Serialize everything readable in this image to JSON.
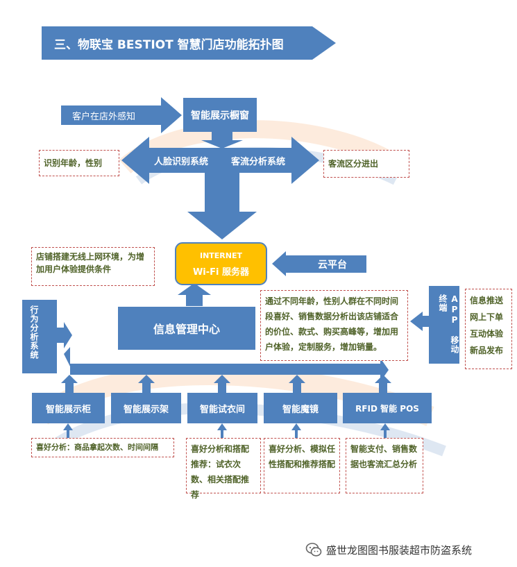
{
  "title": "三、物联宝 BESTIOT 智慧门店功能拓扑图",
  "nodes": {
    "customer_outside": "客户在店外感知",
    "smart_window": "智能展示橱窗",
    "face_recognition": "人脸识别系统",
    "traffic_analysis": "客流分析系统",
    "internet_line1": "INTERNET",
    "internet_line2": "Wi-Fi  服务器",
    "cloud": "云平台",
    "info_center": "信息管理中心",
    "behavior_analysis": "行为分析系统",
    "app_terminal": "APP 移动终端",
    "smart_cabinet": "智能展示柜",
    "smart_shelf": "智能展示架",
    "smart_fitting": "智能试衣间",
    "smart_mirror": "智能魔镜",
    "rfid_pos": "RFID 智能 POS"
  },
  "notes": {
    "age_gender": "识别年龄，性别",
    "zone_flow": "客流区分进出",
    "wifi_env": "店铺搭建无线上网环境，为增加用户体验提供条件",
    "crowd_analysis": "通过不同年龄，性别人群在不同时间段喜好、销售数据分析出该店铺适合的价位、款式、购买高峰等，增加用户体验，定制服务，增加销量。",
    "app_features": "信息推送网上下单互动体验新品发布",
    "cabinet_note": "喜好分析：商品拿起次数、时间间隔",
    "fitting_note": "喜好分析和搭配推荐：试衣次数、相关搭配推荐",
    "mirror_note": "喜好分析、模拟任性搭配和推荐搭配",
    "pos_note": "智能支付、销售数据也客流汇总分析"
  },
  "footer": "盛世龙图图书服装超市防盗系统",
  "colors": {
    "box_blue": "#4f81bd",
    "arrow_blue": "#4f81bd",
    "server_yellow": "#ffc000",
    "note_border": "#c0504d",
    "note_text": "#4f6228"
  },
  "icons": {
    "footer_icon": "wechat-icon"
  }
}
